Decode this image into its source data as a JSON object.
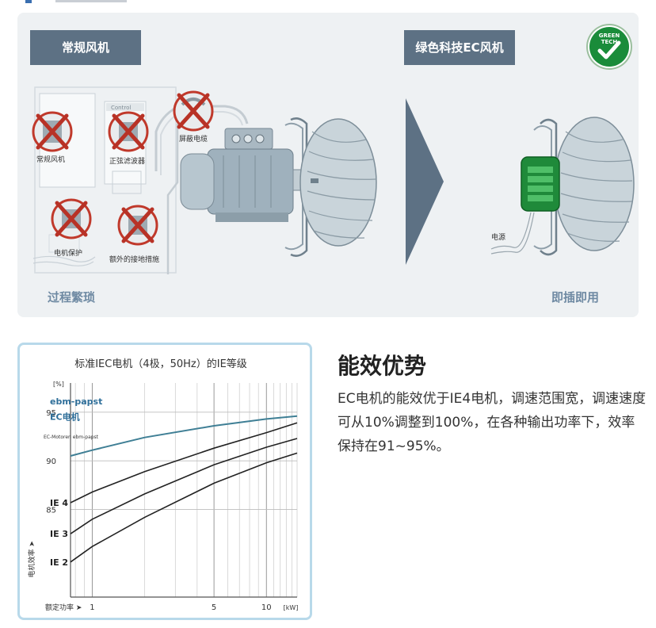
{
  "comparison": {
    "left_title": "常规风机",
    "right_title": "绿色科技EC风机",
    "left_caption": "过程繁琐",
    "right_caption": "即插即用",
    "control_label": "Control",
    "components": {
      "conventional_fan": "常规风机",
      "sine_filter": "正弦滤波器",
      "shielded_cable": "屏蔽电缆",
      "motor_protection": "电机保护",
      "extra_grounding": "额外的接地措施",
      "power_supply": "电源"
    },
    "badge": {
      "line1": "GREEN",
      "line2": "TECH"
    },
    "colors": {
      "label_bg": "#5d7184",
      "accent_green": "#1a8c3a",
      "cross_red": "#c0392b"
    }
  },
  "chart_data": {
    "type": "line",
    "title": "标准IEC电机（4极，50Hz）的IE等级",
    "xlabel": "额定功率",
    "ylabel": "电机效率",
    "x_unit": "[kW]",
    "y_unit": "[%]",
    "x_scale": "log",
    "xlim": [
      0.75,
      15
    ],
    "ylim": [
      76,
      98
    ],
    "x_ticks": [
      1,
      5,
      10
    ],
    "y_ticks": [
      85,
      90,
      95
    ],
    "grid": true,
    "brand_label": "ebm-papst",
    "brand_sub": "EC电机",
    "ec_note": "EC-Motoren ebm-papst",
    "series": [
      {
        "name": "EC电机",
        "color": "#3f7f95",
        "x": [
          0.75,
          1,
          2,
          5,
          10,
          15
        ],
        "y": [
          90.5,
          91.1,
          92.4,
          93.6,
          94.3,
          94.6
        ]
      },
      {
        "name": "IE 4",
        "color": "#222222",
        "x": [
          0.75,
          1,
          2,
          5,
          10,
          15
        ],
        "y": [
          85.7,
          86.8,
          88.9,
          91.3,
          92.9,
          93.9
        ]
      },
      {
        "name": "IE 3",
        "color": "#222222",
        "x": [
          0.75,
          1,
          2,
          5,
          10,
          15
        ],
        "y": [
          82.5,
          84.0,
          86.6,
          89.6,
          91.4,
          92.3
        ]
      },
      {
        "name": "IE 2",
        "color": "#222222",
        "x": [
          0.75,
          1,
          2,
          5,
          10,
          15
        ],
        "y": [
          79.6,
          81.2,
          84.2,
          87.7,
          89.8,
          90.8
        ]
      }
    ]
  },
  "advantage": {
    "heading": "能效优势",
    "body": "EC电机的能效优于IE4电机，调速范围宽，调速速度可从10%调整到100%，在各种输出功率下，效率保持在91~95%。"
  }
}
